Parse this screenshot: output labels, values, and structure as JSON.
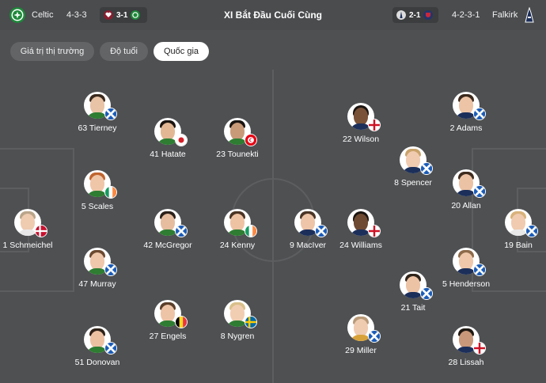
{
  "header": {
    "home_team": "Celtic",
    "home_formation": "4-3-3",
    "home_prev_score": "3-1",
    "title": "XI Bắt Đầu Cuối Cùng",
    "away_prev_score": "2-1",
    "away_formation": "4-2-3-1",
    "away_team": "Falkirk",
    "home_crest_icon": "celtic-crest-icon",
    "away_crest_icon": "falkirk-crest-icon"
  },
  "tabs": [
    {
      "label": "Giá trị thị trường",
      "active": false
    },
    {
      "label": "Độ tuổi",
      "active": false
    },
    {
      "label": "Quốc gia",
      "active": true
    }
  ],
  "colors": {
    "pitch": "#4e5052",
    "lines": "#5d5f61",
    "celtic_green": "#1e8a3a",
    "falkirk_navy": "#1c2f5a"
  },
  "players": {
    "p1": {
      "label": "63 Tierney",
      "flag": "scotland-flag-icon"
    },
    "p2": {
      "label": "41 Hatate",
      "flag": "japan-flag-icon"
    },
    "p3": {
      "label": "23 Tounekti",
      "flag": "tunisia-flag-icon"
    },
    "p4": {
      "label": "5 Scales",
      "flag": "ireland-flag-icon"
    },
    "p5": {
      "label": "1 Schmeichel",
      "flag": "denmark-flag-icon"
    },
    "p6": {
      "label": "42 McGregor",
      "flag": "scotland-flag-icon"
    },
    "p7": {
      "label": "24 Kenny",
      "flag": "ireland-flag-icon"
    },
    "p8": {
      "label": "47 Murray",
      "flag": "scotland-flag-icon"
    },
    "p9": {
      "label": "27 Engels",
      "flag": "belgium-flag-icon"
    },
    "p10": {
      "label": "8 Nygren",
      "flag": "sweden-flag-icon"
    },
    "p11": {
      "label": "51 Donovan",
      "flag": "scotland-flag-icon"
    },
    "p12": {
      "label": "22 Wilson",
      "flag": "england-flag-icon"
    },
    "p13": {
      "label": "2 Adams",
      "flag": "scotland-flag-icon"
    },
    "p14": {
      "label": "8 Spencer",
      "flag": "scotland-flag-icon"
    },
    "p15": {
      "label": "20 Allan",
      "flag": "scotland-flag-icon"
    },
    "p16": {
      "label": "9 MacIver",
      "flag": "scotland-flag-icon"
    },
    "p17": {
      "label": "24 Williams",
      "flag": "england-flag-icon"
    },
    "p18": {
      "label": "19 Bain",
      "flag": "scotland-flag-icon"
    },
    "p19": {
      "label": "5 Henderson",
      "flag": "scotland-flag-icon"
    },
    "p20": {
      "label": "21 Tait",
      "flag": "scotland-flag-icon"
    },
    "p21": {
      "label": "29 Miller",
      "flag": "scotland-flag-icon"
    },
    "p22": {
      "label": "28 Lissah",
      "flag": "england-flag-icon"
    }
  }
}
